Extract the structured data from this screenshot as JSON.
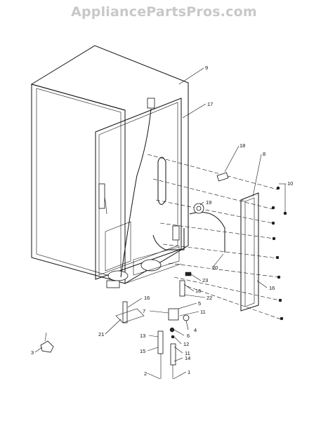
{
  "watermark": "AppliancePartsPros.com",
  "callouts": [
    "9",
    "17",
    "18",
    "8",
    "10",
    "19",
    "20",
    "23",
    "16",
    "16",
    "22",
    "5",
    "16",
    "7",
    "11",
    "4",
    "6",
    "21",
    "13",
    "12",
    "11",
    "15",
    "14",
    "2",
    "1",
    "3"
  ]
}
